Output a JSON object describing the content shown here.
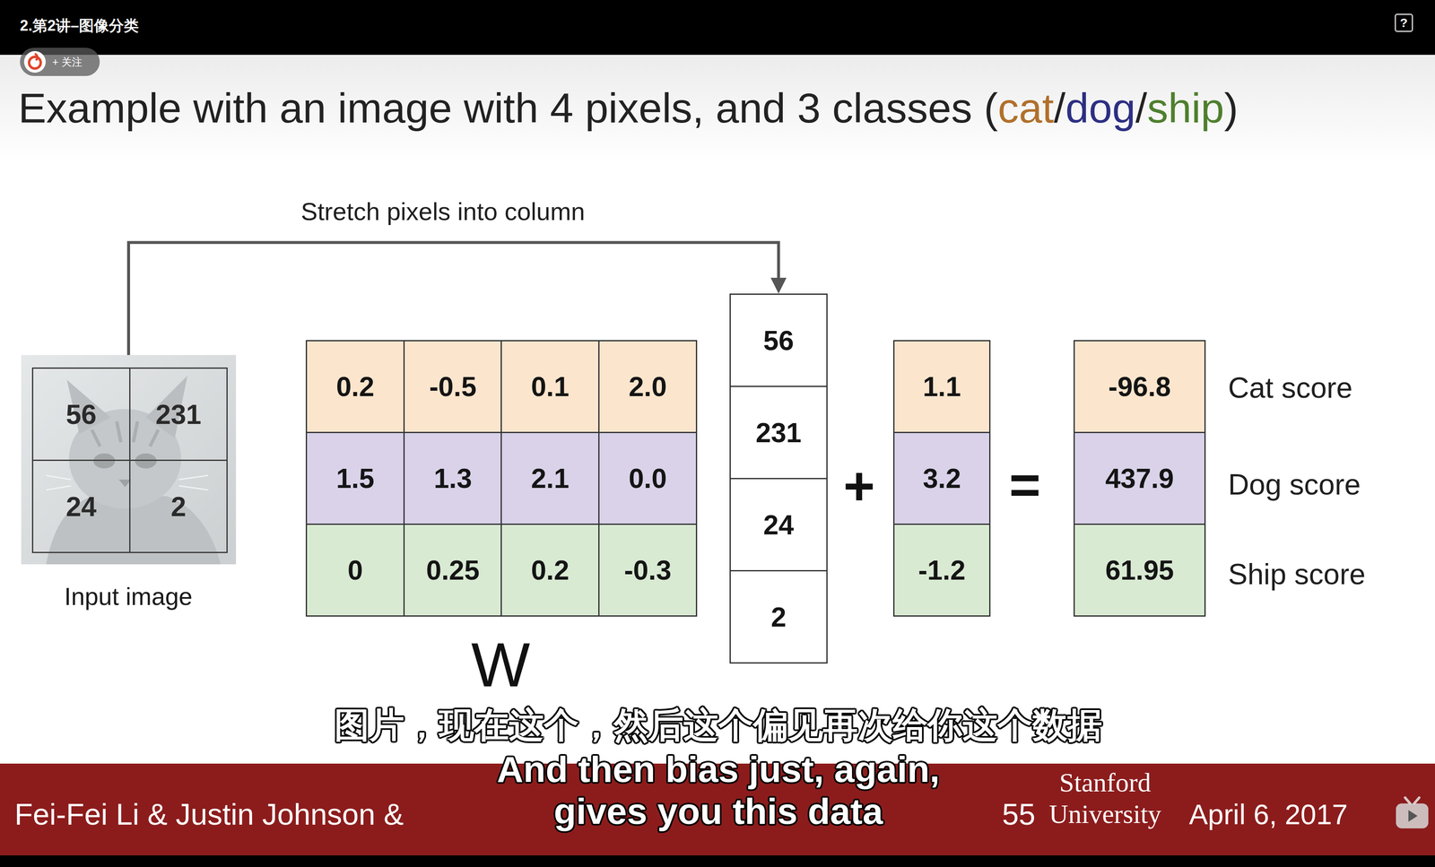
{
  "diagram": {
    "title": "Example with an image with 4 pixels, and 3 classes (cat/dog/ship)",
    "nodes": [
      {
        "text": [
          "2.第2讲–图像分类"
        ]
      },
      {
        "text": [
          "?"
        ],
        "in": 0
      },
      {
        "text": [
          "+ 关注"
        ]
      },
      {
        "text": [
          "Input image"
        ]
      },
      {
        "text": [
          "56"
        ],
        "in": 3
      },
      {
        "text": [
          "231"
        ],
        "in": 3
      },
      {
        "text": [
          "24"
        ],
        "in": 3
      },
      {
        "text": [
          "2"
        ],
        "in": 3
      },
      {
        "text": [
          "W"
        ]
      },
      {
        "text": [
          "0.2"
        ],
        "in": 8
      },
      {
        "text": [
          "-0.5"
        ],
        "in": 8
      },
      {
        "text": [
          "0.1"
        ],
        "in": 8
      },
      {
        "text": [
          "2.0"
        ],
        "in": 8
      },
      {
        "text": [
          "1.5"
        ],
        "in": 8
      },
      {
        "text": [
          "1.3"
        ],
        "in": 8
      },
      {
        "text": [
          "2.1"
        ],
        "in": 8
      },
      {
        "text": [
          "0.0"
        ],
        "in": 8
      },
      {
        "text": [
          "0"
        ],
        "in": 8
      },
      {
        "text": [
          "0.25"
        ],
        "in": 8
      },
      {
        "text": [
          "0.2"
        ],
        "in": 8
      },
      {
        "text": [
          "-0.3"
        ],
        "in": 8
      },
      {
        "text": [
          "56"
        ]
      },
      {
        "text": [
          "231"
        ]
      },
      {
        "text": [
          "24"
        ]
      },
      {
        "text": [
          "2"
        ]
      },
      {
        "text": [
          "1.1"
        ]
      },
      {
        "text": [
          "3.2"
        ]
      },
      {
        "text": [
          "-1.2"
        ]
      },
      {
        "text": [
          "-96.8"
        ]
      },
      {
        "text": [
          "437.9"
        ]
      },
      {
        "text": [
          "61.95"
        ]
      },
      {
        "text": [
          "Fei-Fei Li & Justin Johnson &",
          "55",
          "Stanford",
          "University",
          "April 6, 2017"
        ]
      }
    ],
    "edges": [
      {
        "from": 3,
        "to": 21,
        "arrow": "to",
        "label": "Stretch pixels into column"
      }
    ],
    "labels": [
      "+",
      "=",
      "Cat score",
      "Dog score",
      "Ship score",
      "图片，现在这个，然后这个偏见再次给你这个数据",
      "And then bias just, again, gives you this data"
    ]
  }
}
